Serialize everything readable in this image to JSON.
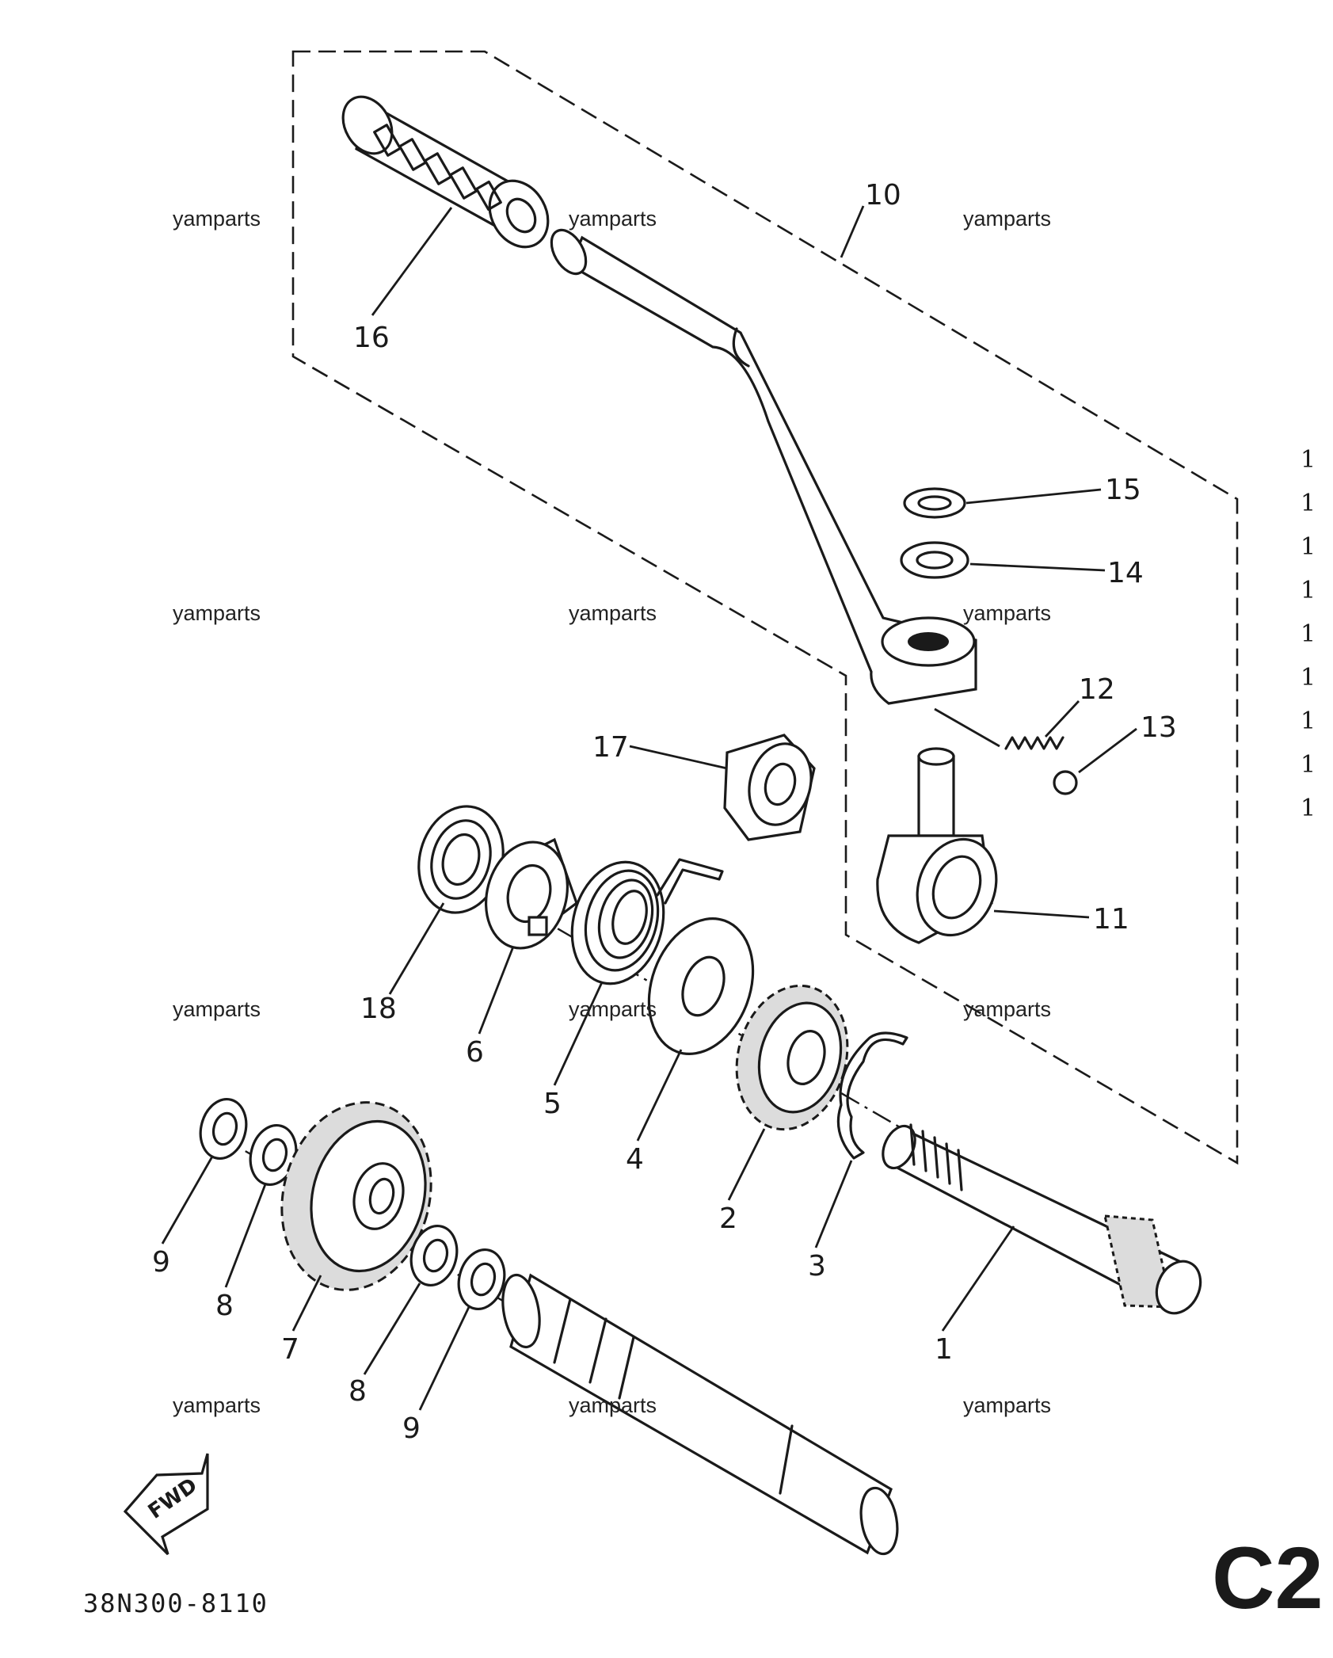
{
  "watermark": "yamparts",
  "callouts": {
    "p1": "1",
    "p2": "2",
    "p3": "3",
    "p4": "4",
    "p5": "5",
    "p6": "6",
    "p7": "7",
    "p8a": "8",
    "p8b": "8",
    "p9a": "9",
    "p9b": "9",
    "p10": "10",
    "p11": "11",
    "p12": "12",
    "p13": "13",
    "p14": "14",
    "p15": "15",
    "p16": "16",
    "p17": "17",
    "p18": "18"
  },
  "diagram_code": "38N300-8110",
  "page_id": "C2",
  "fwd_label": "FWD",
  "side_marks": [
    "1",
    "1",
    "1",
    "1",
    "1",
    "1",
    "1",
    "1",
    "1"
  ]
}
